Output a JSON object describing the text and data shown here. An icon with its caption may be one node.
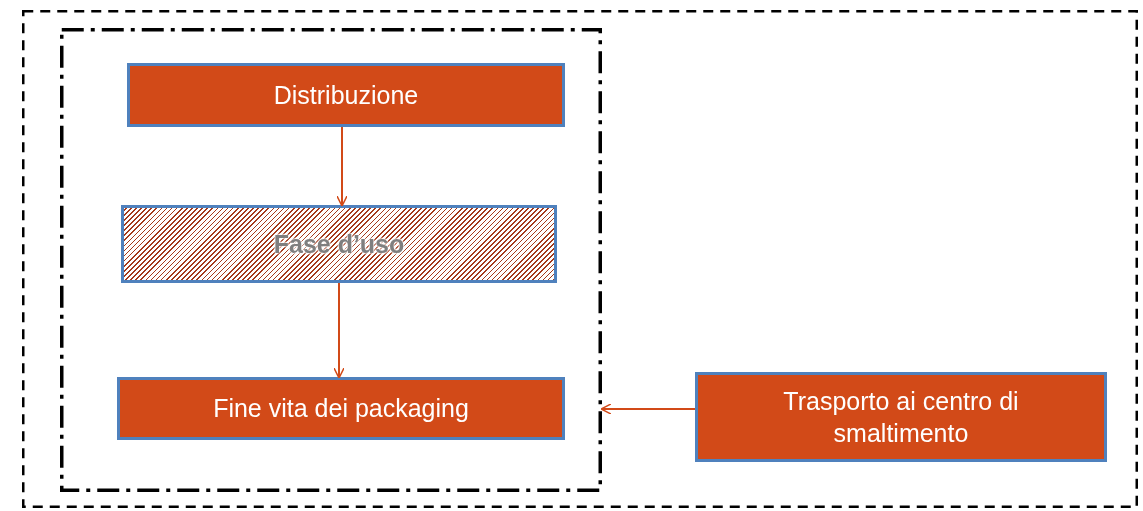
{
  "diagram": {
    "nodes": [
      {
        "text": [],
        "shape": "box"
      },
      {
        "text": [],
        "shape": "box",
        "in": 0
      },
      {
        "text": [
          "Distribuzione"
        ],
        "in": 1
      },
      {
        "text": [
          "Fase d’uso"
        ],
        "in": 1
      },
      {
        "text": [
          "Fine vita dei packaging"
        ],
        "in": 1
      },
      {
        "text": [
          "Trasporto ai centro di smaltimento"
        ],
        "in": 0
      }
    ],
    "edges": [
      {
        "from": 2,
        "to": 3,
        "arrow": "to"
      },
      {
        "from": 3,
        "to": 4,
        "arrow": "to"
      },
      {
        "from": 5,
        "to": 1,
        "arrow": "to"
      }
    ]
  }
}
